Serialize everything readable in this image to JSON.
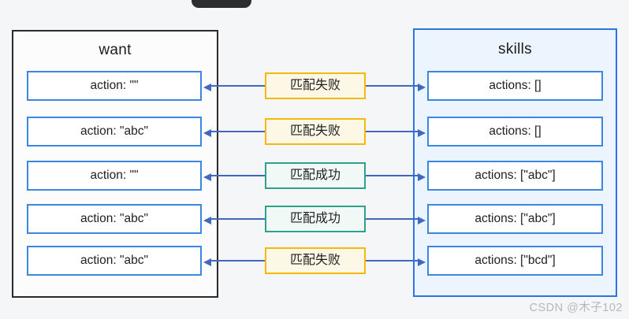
{
  "page": {
    "background": "#f5f6f7",
    "watermark": "CSDN @木子102"
  },
  "colors": {
    "arrow_blue": "#4168c0",
    "panel_border_blue": "#2b74e2",
    "box_border_blue": "#3c87e0",
    "panel_border_dark": "#2b2b2e",
    "skills_panel_background": "#ecf5fd",
    "fail_border": "#f5b80c",
    "fail_background": "#fdf8e6",
    "success_border": "#2fa08c",
    "success_background": "#f0f9f5"
  },
  "left_panel": {
    "title": "want"
  },
  "right_panel": {
    "title": "skills"
  },
  "rows": [
    {
      "want": "action: \"\"",
      "match": "匹配失败",
      "status": "fail",
      "skills": "actions: []"
    },
    {
      "want": "action: \"abc\"",
      "match": "匹配失败",
      "status": "fail",
      "skills": "actions: []"
    },
    {
      "want": "action: \"\"",
      "match": "匹配成功",
      "status": "success",
      "skills": "actions: [\"abc\"]"
    },
    {
      "want": "action: \"abc\"",
      "match": "匹配成功",
      "status": "success",
      "skills": "actions: [\"abc\"]"
    },
    {
      "want": "action: \"abc\"",
      "match": "匹配失败",
      "status": "fail",
      "skills": "actions: [\"bcd\"]"
    }
  ]
}
